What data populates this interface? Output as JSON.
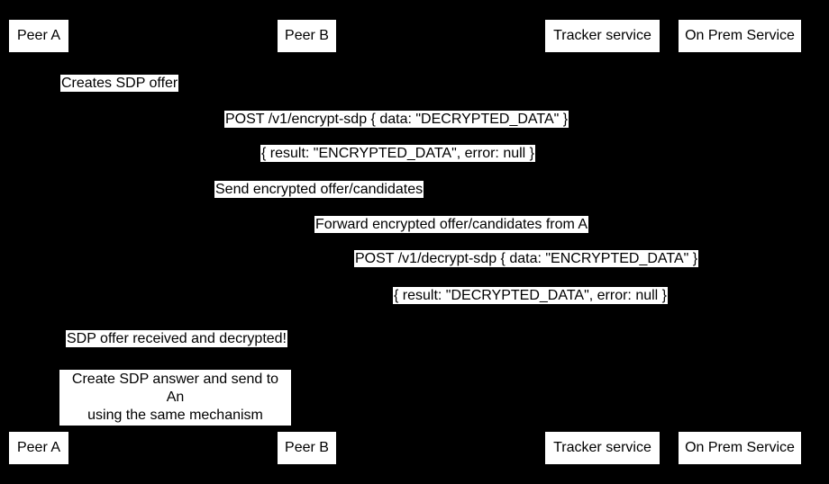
{
  "colors": {
    "background": "#000000",
    "label_background": "#ffffff",
    "label_text": "#000000"
  },
  "actors": [
    {
      "label": "Peer A"
    },
    {
      "label": "Peer B"
    },
    {
      "label": "Tracker service"
    },
    {
      "label": "On Prem Service"
    }
  ],
  "messages": [
    {
      "text": "Creates SDP offer"
    },
    {
      "text": "POST /v1/encrypt-sdp { data: \"DECRYPTED_DATA\" }"
    },
    {
      "text": "{ result: \"ENCRYPTED_DATA\", error: null }"
    },
    {
      "text": "Send encrypted offer/candidates"
    },
    {
      "text": "Forward encrypted offer/candidates from A"
    },
    {
      "text": "POST /v1/decrypt-sdp { data: \"ENCRYPTED_DATA\" }"
    },
    {
      "text": "{ result: \"DECRYPTED_DATA\", error: null }"
    },
    {
      "text": "SDP offer received and decrypted!"
    }
  ],
  "note": {
    "lines": [
      "Create SDP answer and send to An",
      "using the same mechanism"
    ]
  }
}
